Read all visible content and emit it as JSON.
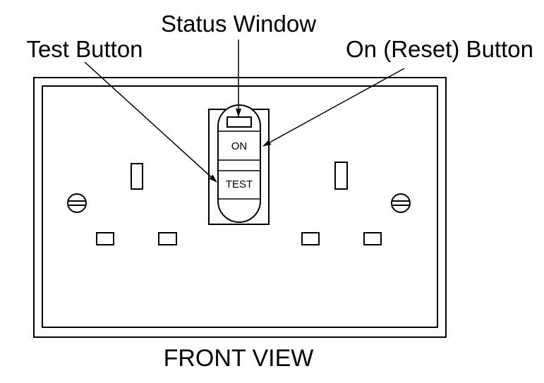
{
  "labels": {
    "status_window": "Status Window",
    "test_button": "Test Button",
    "on_reset_button": "On (Reset) Button"
  },
  "switch": {
    "on_label": "ON",
    "test_label": "TEST"
  },
  "caption": "FRONT VIEW",
  "colors": {
    "line": "#000000",
    "background": "#ffffff"
  }
}
